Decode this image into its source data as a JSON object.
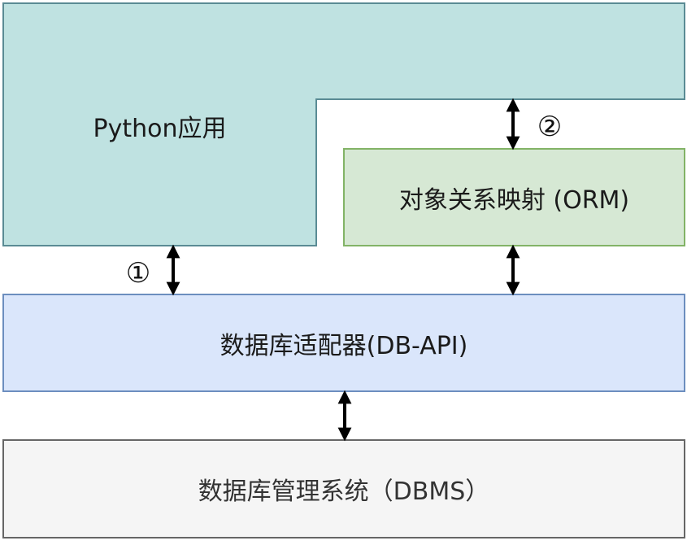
{
  "python_app": {
    "label": "Python应用",
    "fill": "#bfe2e1",
    "stroke": "#5a8b94"
  },
  "orm": {
    "label": "对象关系映射 (ORM)",
    "fill": "#d6e8d4",
    "stroke": "#82b366"
  },
  "db_api": {
    "label": "数据库适配器(DB-API)",
    "fill": "#dae6fb",
    "stroke": "#6c8ebf"
  },
  "dbms": {
    "label": "数据库管理系统（DBMS）",
    "fill": "#f5f5f5",
    "stroke": "#666666",
    "text_color": "#333333"
  },
  "markers": {
    "one": "①",
    "two": "②"
  },
  "arrow_color": "#000000"
}
